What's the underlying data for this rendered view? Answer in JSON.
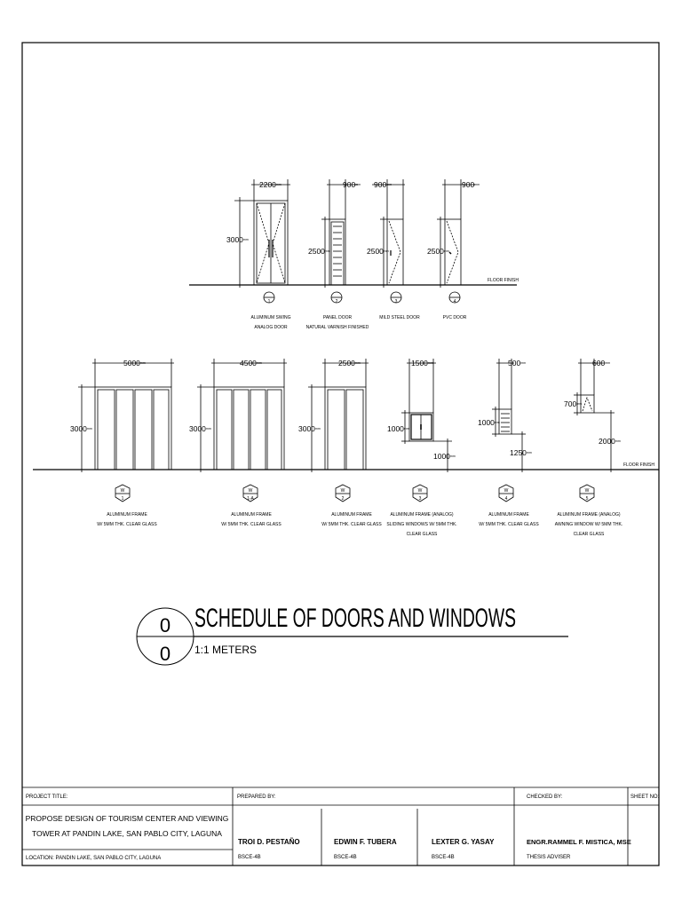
{
  "doors": [
    {
      "id": "d1",
      "mark": "1",
      "width_label": "2200",
      "height_label": "3000",
      "desc": [
        "ALUMINUM SWING",
        "ANALOG DOOR"
      ]
    },
    {
      "id": "d2",
      "mark": "2",
      "width_label": "900",
      "height_label": "2500",
      "desc": [
        "PANEL DOOR",
        "NATURAL VARNISH FINISHED"
      ]
    },
    {
      "id": "d3",
      "mark": "3",
      "width_label": "900",
      "height_label": "2500",
      "desc": [
        "MILD STEEL DOOR"
      ]
    },
    {
      "id": "d4",
      "mark": "4",
      "width_label": "900",
      "height_label": "2500",
      "desc": [
        "PVC DOOR"
      ]
    }
  ],
  "doors_floor_finish": "FLOOR FINISH",
  "windows": [
    {
      "id": "w1",
      "mark_top": "W",
      "mark_bottom": "1",
      "width_label": "5000",
      "height_label": "3000",
      "sill_label": "",
      "desc": [
        "ALUMINUM FRAME",
        "W/ 5MM THK. CLEAR GLASS"
      ]
    },
    {
      "id": "w1a",
      "mark_top": "W",
      "mark_bottom": "1-A",
      "width_label": "4500",
      "height_label": "3000",
      "sill_label": "",
      "desc": [
        "ALUMINUM FRAME",
        "W/ 5MM THK. CLEAR GLASS"
      ]
    },
    {
      "id": "w2",
      "mark_top": "W",
      "mark_bottom": "2",
      "width_label": "2500",
      "height_label": "3000",
      "sill_label": "",
      "desc": [
        "ALUMINUM FRAME",
        "W/ 5MM THK. CLEAR GLASS"
      ]
    },
    {
      "id": "w3",
      "mark_top": "W",
      "mark_bottom": "3",
      "width_label": "1500",
      "height_label": "1000",
      "sill_label": "1000",
      "desc": [
        "ALUMINUM FRAME (ANALOG)",
        "SLIDING WINDOWS W/ 5MM THK.",
        "CLEAR GLASS"
      ]
    },
    {
      "id": "w4",
      "mark_top": "W",
      "mark_bottom": "4",
      "width_label": "500",
      "height_label": "1000",
      "sill_label": "1250",
      "desc": [
        "ALUMINUM FRAME",
        "W/ 5MM THK. CLEAR GLASS"
      ]
    },
    {
      "id": "w5",
      "mark_top": "W",
      "mark_bottom": "5",
      "width_label": "600",
      "height_label": "700",
      "sill_label": "2000",
      "desc": [
        "ALUMINUM FRAME (ANALOG)",
        "AWNING WINDOW W/ 5MM THK.",
        "CLEAR GLASS"
      ]
    }
  ],
  "windows_floor_finish": "FLOOR FINISH",
  "unit_suffix": "mm",
  "title_block": {
    "bubble_top": "0",
    "bubble_bottom": "0",
    "title": "SCHEDULE OF DOORS AND WINDOWS",
    "scale": "1:1 METERS"
  },
  "footer": {
    "project_title_label": "PROJECT TITLE:",
    "project_title": [
      "PROPOSE DESIGN OF TOURISM CENTER AND VIEWING",
      "TOWER AT PANDIN LAKE, SAN PABLO CITY, LAGUNA"
    ],
    "location": "LOCATION: PANDIN LAKE, SAN PABLO CITY, LAGUNA",
    "prepared_by_label": "PREPARED BY:",
    "preparers": [
      {
        "name": "TROI D. PESTAÑO",
        "course": "BSCE-4B"
      },
      {
        "name": "EDWIN F. TUBERA",
        "course": "BSCE-4B"
      },
      {
        "name": "LEXTER G. YASAY",
        "course": "BSCE-4B"
      }
    ],
    "checked_by_label": "CHECKED BY:",
    "checker": {
      "name": "ENGR.RAMMEL F. MISTICA, MSE",
      "role": "THESIS ADVISER"
    },
    "sheet_no_label": "SHEET NO:"
  }
}
